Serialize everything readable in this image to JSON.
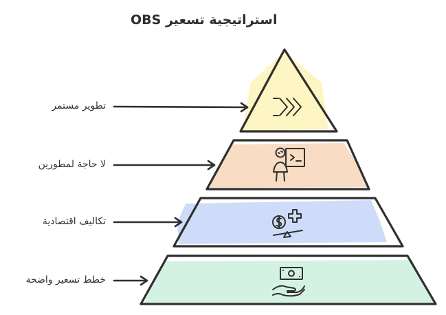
{
  "title": "OBS استراتيجية تسعير",
  "levels": [
    {
      "label": "تطوير مستمر",
      "icon": "fast-forward-icon",
      "fill": "#fdf6c3"
    },
    {
      "label": "لا حاجة لمطورين",
      "icon": "developer-screen-icon",
      "fill": "#f8dcc3"
    },
    {
      "label": "تكاليف اقتصادية",
      "icon": "dollar-balance-icon",
      "fill": "#cfdcf9"
    },
    {
      "label": "خطط تسعير واضحة",
      "icon": "money-hand-icon",
      "fill": "#d3f2e2"
    }
  ],
  "colors": {
    "stroke": "#2f2f2f",
    "text": "#333333"
  }
}
